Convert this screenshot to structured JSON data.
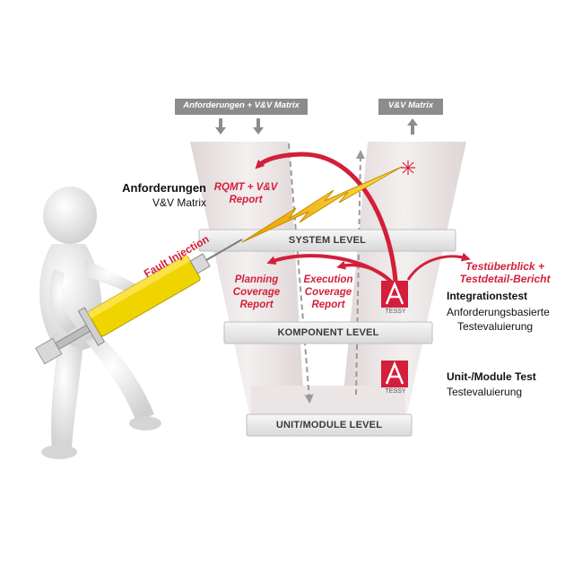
{
  "top_headers": {
    "left": "Anforderungen + V&V Matrix",
    "right": "V&V Matrix"
  },
  "levels": {
    "system": "SYSTEM LEVEL",
    "komponent": "KOMPONENT LEVEL",
    "unit": "UNIT/MODULE LEVEL"
  },
  "left_label": {
    "title": "Anforderungen",
    "subtitle": "V&V Matrix"
  },
  "reports": {
    "rqmt_line1": "RQMT + V&V",
    "rqmt_line2": "Report",
    "planning_line1": "Planning",
    "planning_line2": "Coverage",
    "planning_line3": "Report",
    "execution_line1": "Execution",
    "execution_line2": "Coverage",
    "execution_line3": "Report"
  },
  "right_labels": {
    "testueberblick_line1": "Testüberblick +",
    "testueberblick_line2": "Testdetail-Bericht",
    "integration_title": "Integrationstest",
    "integration_line1": "Anforderungsbasierte",
    "integration_line2": "Testevaluierung",
    "unit_title": "Unit-/Module Test",
    "unit_line1": "Testevaluierung"
  },
  "syringe_label": "Fault Injection",
  "tessy_label": "TESSY",
  "colors": {
    "accent_red": "#d31f3a",
    "funnel": "#ece6e6",
    "lightning": "#f3b800",
    "syringe_fill": "#f0d400"
  }
}
